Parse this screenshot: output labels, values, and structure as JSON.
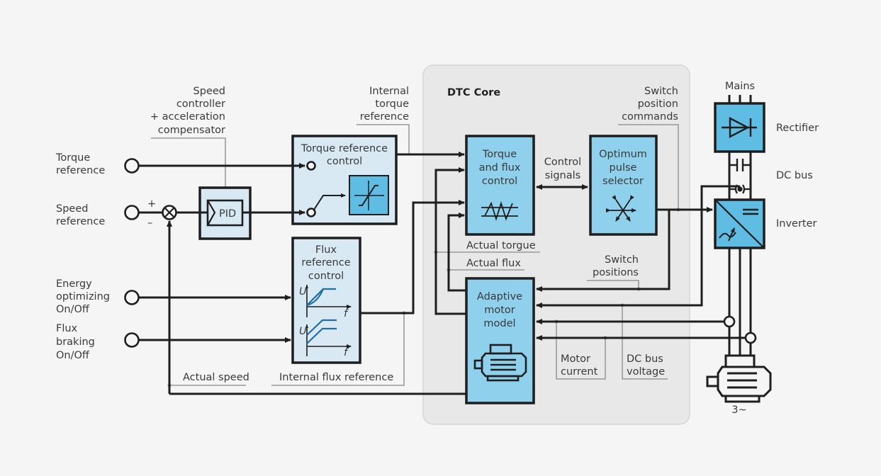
{
  "diagram": {
    "title": "DTC Core",
    "inputs": {
      "torque_reference": [
        "Torque",
        "reference"
      ],
      "speed_reference": [
        "Speed",
        "reference"
      ],
      "energy_optimizing": [
        "Energy",
        "optimizing",
        "On/Off"
      ],
      "flux_braking": [
        "Flux",
        "braking",
        "On/Off"
      ]
    },
    "sum_signs": {
      "plus": "+",
      "minus": "–"
    },
    "speed_controller_label": [
      "Speed",
      "controller",
      "+ acceleration",
      "compensator"
    ],
    "pid_label": "PID",
    "torque_ref_control": [
      "Torque reference",
      "control"
    ],
    "internal_torque_reference": [
      "Internal",
      "torque",
      "reference"
    ],
    "flux_ref_control": [
      "Flux",
      "reference",
      "control"
    ],
    "flux_axis": {
      "y": "U",
      "x": "f"
    },
    "torque_flux_control": [
      "Torque",
      "and flux",
      "control"
    ],
    "control_signals": [
      "Control",
      "signals"
    ],
    "optimum_pulse_selector": [
      "Optimum",
      "pulse",
      "selector"
    ],
    "switch_position_commands": [
      "Switch",
      "position",
      "commands"
    ],
    "actual_torque": "Actual torgue",
    "actual_flux": "Actual flux",
    "switch_positions": [
      "Switch",
      "positions"
    ],
    "adaptive_motor_model": [
      "Adaptive",
      "motor",
      "model"
    ],
    "motor_current": [
      "Motor",
      "current"
    ],
    "dc_bus_voltage": [
      "DC bus",
      "voltage"
    ],
    "actual_speed": "Actual speed",
    "internal_flux_reference": "Internal flux reference",
    "mains": "Mains",
    "rectifier": "Rectifier",
    "dc_bus": "DC bus",
    "inverter": "Inverter",
    "motor_phase": "3~"
  },
  "colors": {
    "background": "#f5f5f5",
    "core_panel": "#e8e8e8",
    "light_box": "#d9e9f3",
    "blue_box": "#8fd0ec",
    "power_box": "#5fbde4",
    "line": "#1e1e1e",
    "curve": "#1f6fa8"
  }
}
